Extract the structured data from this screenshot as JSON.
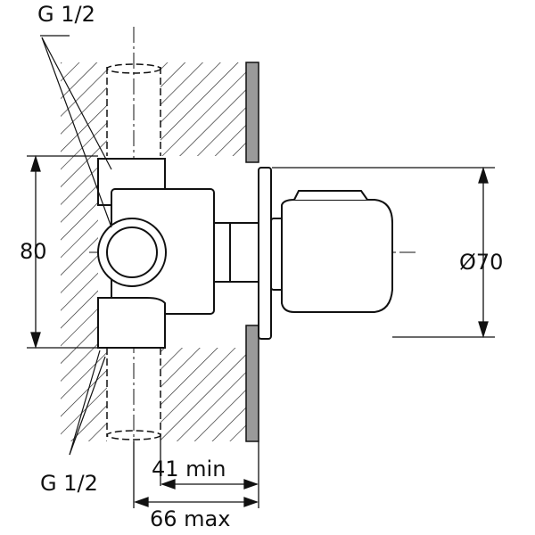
{
  "labels": {
    "thread_top": "G 1/2",
    "thread_bottom": "G 1/2",
    "height": "80",
    "diameter": "Ø70",
    "depth_min": "41 min",
    "depth_max": "66 max"
  },
  "colors": {
    "line": "#111111",
    "tile": "#9a9a9a"
  }
}
